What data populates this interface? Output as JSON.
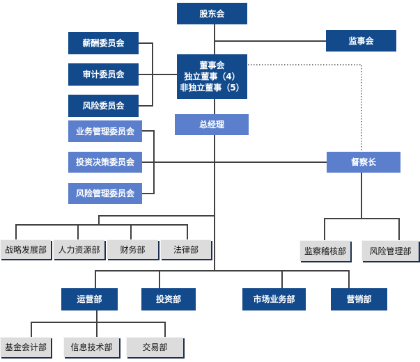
{
  "diagram": {
    "type": "organization-chart",
    "colors": {
      "governance": "#124a8c",
      "management": "#5b7fcc",
      "department": "#dcdcdc",
      "line": "#404040"
    },
    "nodes": {
      "shareholders": "股东会",
      "supervisors": "监事会",
      "board": {
        "title": "董事会",
        "line2": "独立董事（4）",
        "line3": "非独立董事（5）"
      },
      "board_committees": [
        "薪酬委员会",
        "审计委员会",
        "风险委员会"
      ],
      "general_manager": "总经理",
      "management_committees": [
        "业务管理委员会",
        "投资决策委员会",
        "风险管理委员会"
      ],
      "chief_inspector": "督察长",
      "support_departments": [
        "战略发展部",
        "人力资源部",
        "财务部",
        "法律部"
      ],
      "inspector_departments": [
        "监察稽核部",
        "风险管理部"
      ],
      "business_departments": [
        "运营部",
        "投资部",
        "市场业务部",
        "营销部"
      ],
      "operations_departments": [
        "基金会计部",
        "信息技术部",
        "交易部"
      ]
    },
    "edges": [
      [
        "股东会",
        "监事会"
      ],
      [
        "股东会",
        "董事会"
      ],
      [
        "薪酬委员会",
        "董事会"
      ],
      [
        "审计委员会",
        "董事会"
      ],
      [
        "风险委员会",
        "董事会"
      ],
      [
        "董事会",
        "督察长",
        "dotted"
      ],
      [
        "董事会",
        "总经理"
      ],
      [
        "业务管理委员会",
        "总经理"
      ],
      [
        "投资决策委员会",
        "总经理"
      ],
      [
        "风险管理委员会",
        "总经理"
      ],
      [
        "总经理",
        "督察长"
      ],
      [
        "总经理",
        "战略发展部"
      ],
      [
        "总经理",
        "人力资源部"
      ],
      [
        "总经理",
        "财务部"
      ],
      [
        "总经理",
        "法律部"
      ],
      [
        "督察长",
        "监察稽核部"
      ],
      [
        "督察长",
        "风险管理部"
      ],
      [
        "总经理",
        "运营部"
      ],
      [
        "总经理",
        "投资部"
      ],
      [
        "总经理",
        "市场业务部"
      ],
      [
        "总经理",
        "营销部"
      ],
      [
        "运营部",
        "基金会计部"
      ],
      [
        "运营部",
        "信息技术部"
      ],
      [
        "运营部",
        "交易部"
      ]
    ]
  }
}
